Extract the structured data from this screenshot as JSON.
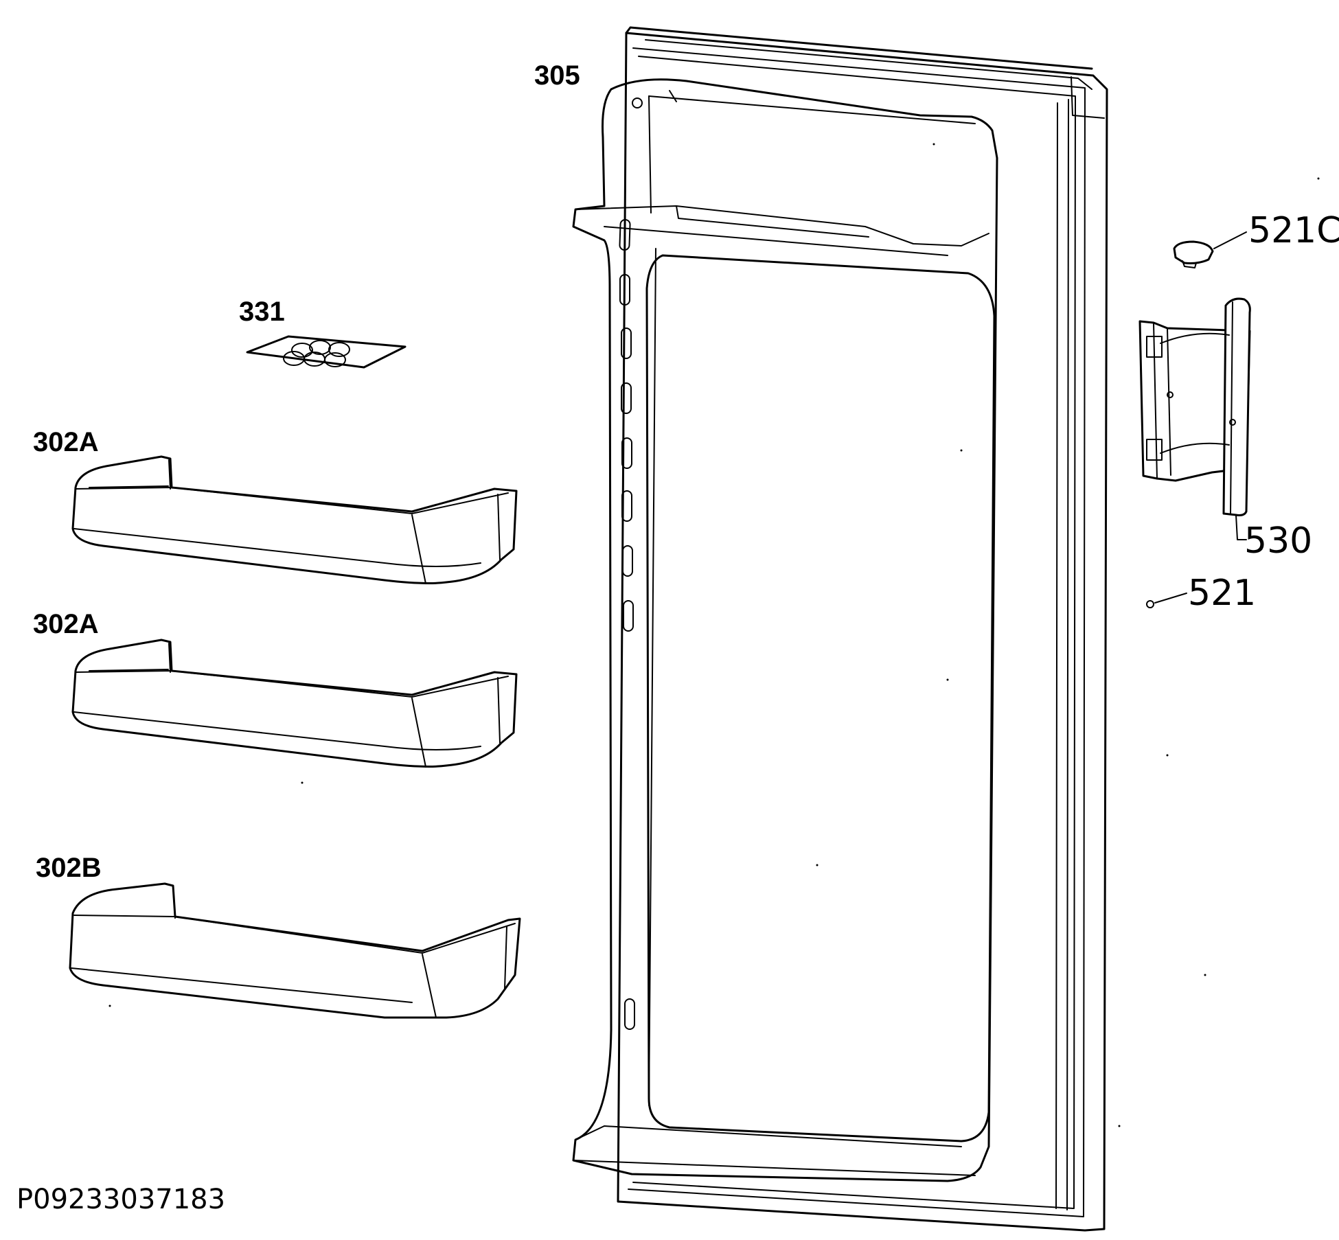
{
  "diagram": {
    "drawing_number": "P09233037183",
    "callouts": {
      "door_liner": "305",
      "egg_tray": "331",
      "shelf_upper": "302A",
      "shelf_middle": "302A",
      "shelf_lower": "302B",
      "handle_cap": "521C",
      "handle": "530",
      "screw": "521"
    }
  }
}
